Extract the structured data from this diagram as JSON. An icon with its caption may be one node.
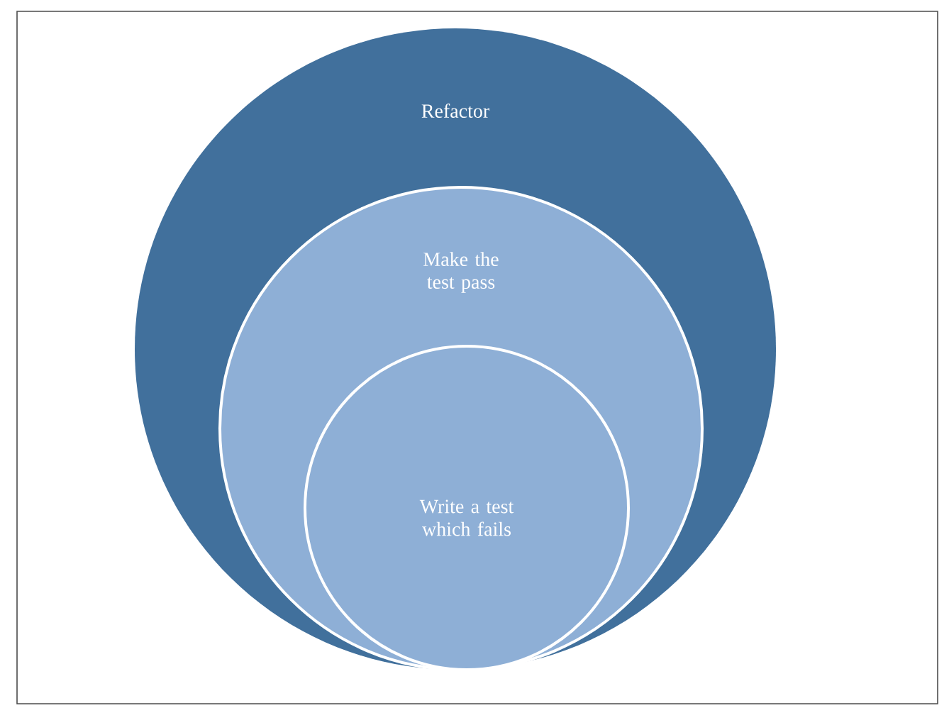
{
  "diagram": {
    "nodes": [
      {
        "text": [
          "Refactor"
        ]
      },
      {
        "text": [
          "Make the test pass"
        ],
        "in": 0
      },
      {
        "text": [
          "Write a test which fails"
        ],
        "in": 1
      }
    ]
  }
}
